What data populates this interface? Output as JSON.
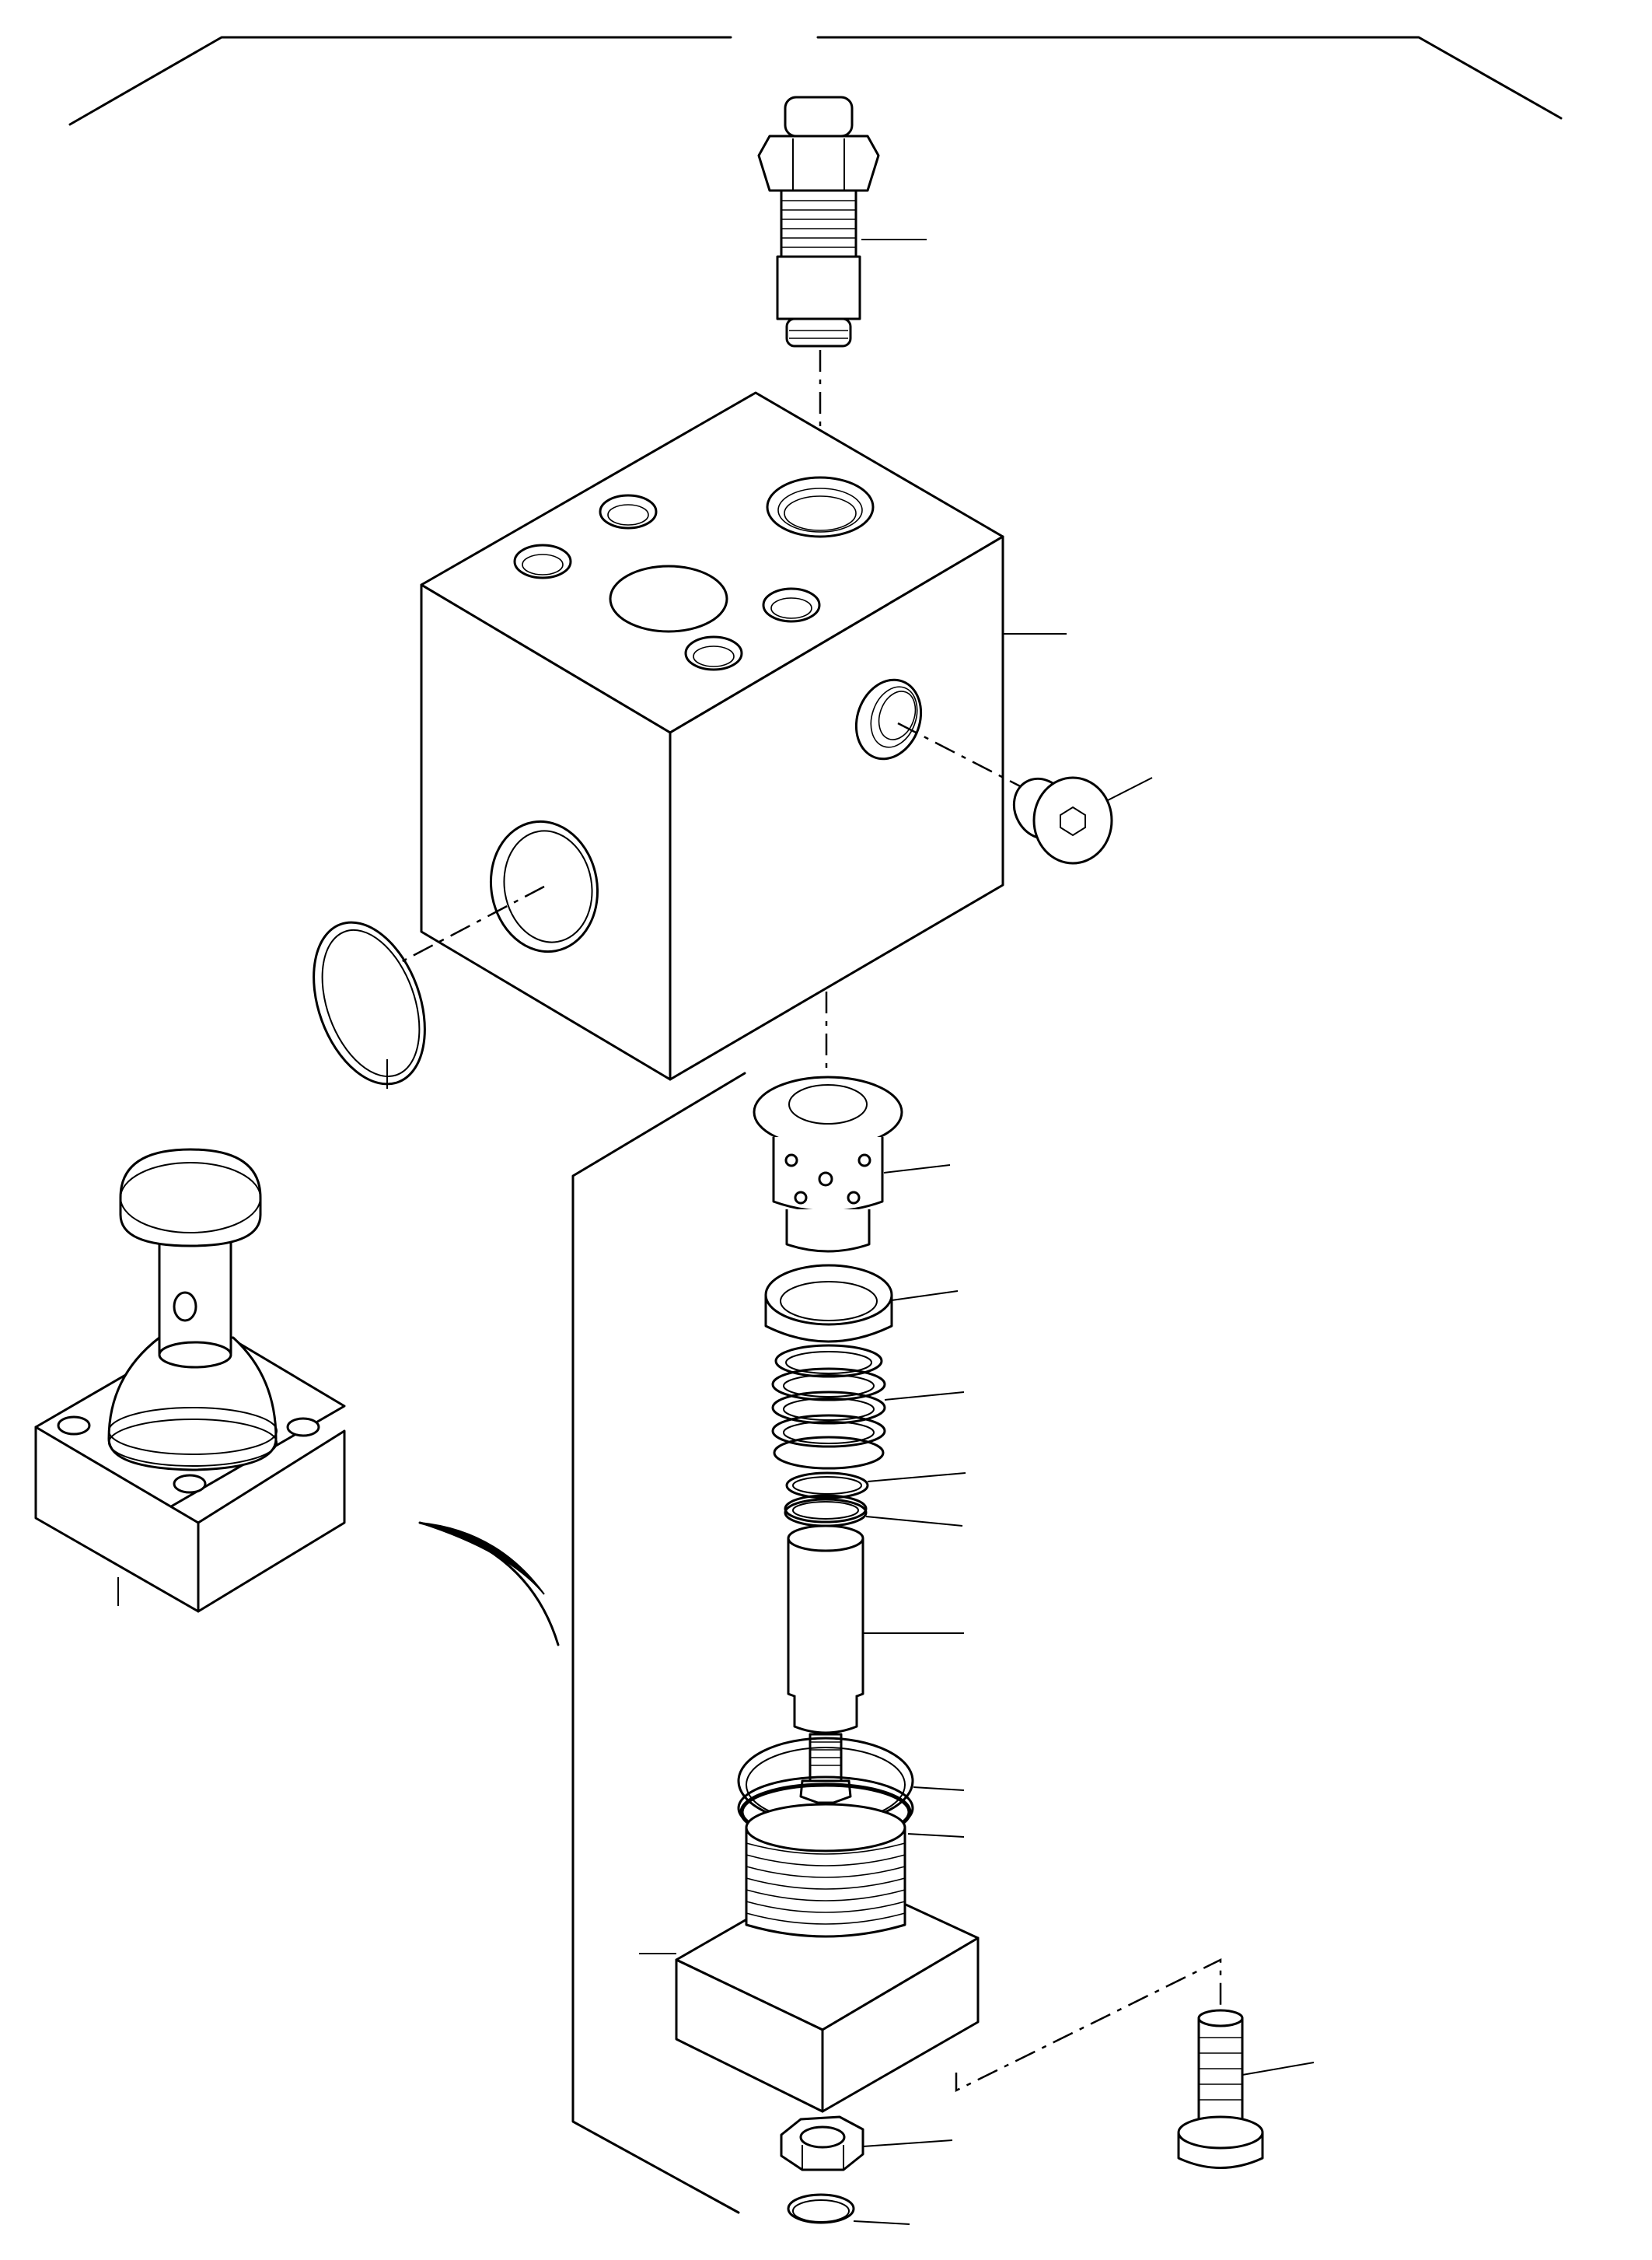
{
  "diagram": {
    "type": "exploded-parts-view",
    "colors": {
      "line": "#000000",
      "background": "#ffffff"
    },
    "parts": [
      {
        "name": "relief-valve-cartridge"
      },
      {
        "name": "valve-body-block"
      },
      {
        "name": "hex-socket-plug"
      },
      {
        "name": "o-ring"
      },
      {
        "name": "hand-pump-assembly"
      },
      {
        "name": "valve-sleeve"
      },
      {
        "name": "spacer-ring"
      },
      {
        "name": "compression-spring"
      },
      {
        "name": "backup-ring"
      },
      {
        "name": "o-ring-small"
      },
      {
        "name": "plunger"
      },
      {
        "name": "seal-ring"
      },
      {
        "name": "wiper-ring"
      },
      {
        "name": "pump-base-block"
      },
      {
        "name": "socket-head-screw"
      },
      {
        "name": "hex-nut"
      },
      {
        "name": "retaining-clip"
      }
    ]
  }
}
